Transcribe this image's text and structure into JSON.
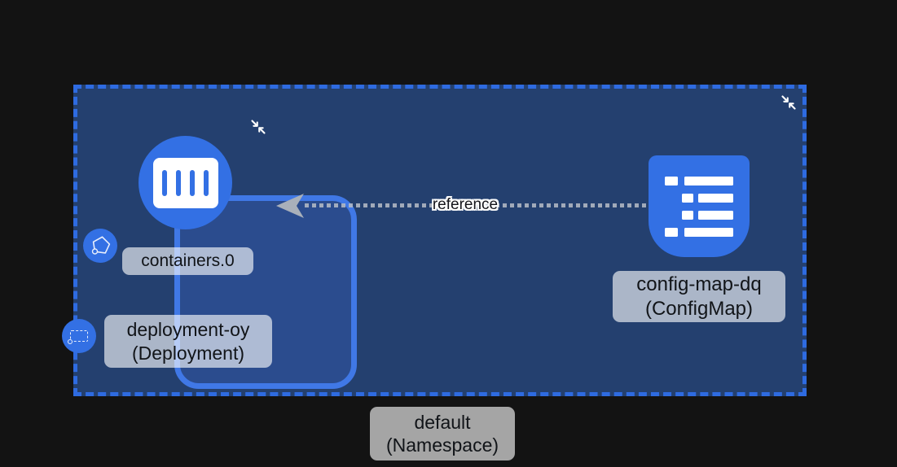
{
  "colors": {
    "background": "#131313",
    "accent_blue": "#2e6be1",
    "icon_blue": "#3370e4",
    "namespace_fill": "#24406f",
    "node_fill": "#2b4c8e",
    "node_border": "#4078e6",
    "label_bg": "rgba(255,255,255,0.62)",
    "label_text": "#111418",
    "edge_gray": "#aab1bb"
  },
  "namespace": {
    "name": "default",
    "kind_label": "(Namespace)",
    "collapse_icon": "collapse-arrows-icon"
  },
  "deployment_node": {
    "name": "deployment-oy",
    "kind_label": "(Deployment)",
    "badge_icon": "deployment-dashed-square-badge-icon",
    "collapse_icon": "collapse-arrows-icon"
  },
  "pod_group": {
    "container_label": "containers.0",
    "container_icon": "container-icon",
    "badge_icon": "replicaset-pentagon-badge-icon"
  },
  "configmap_node": {
    "name": "config-map-dq",
    "kind_label": "(ConfigMap)",
    "icon": "configmap-list-icon"
  },
  "edge": {
    "label": "reference",
    "direction": "configmap-to-container",
    "style": "dotted",
    "arrow_icon": "arrowhead-left-icon"
  }
}
